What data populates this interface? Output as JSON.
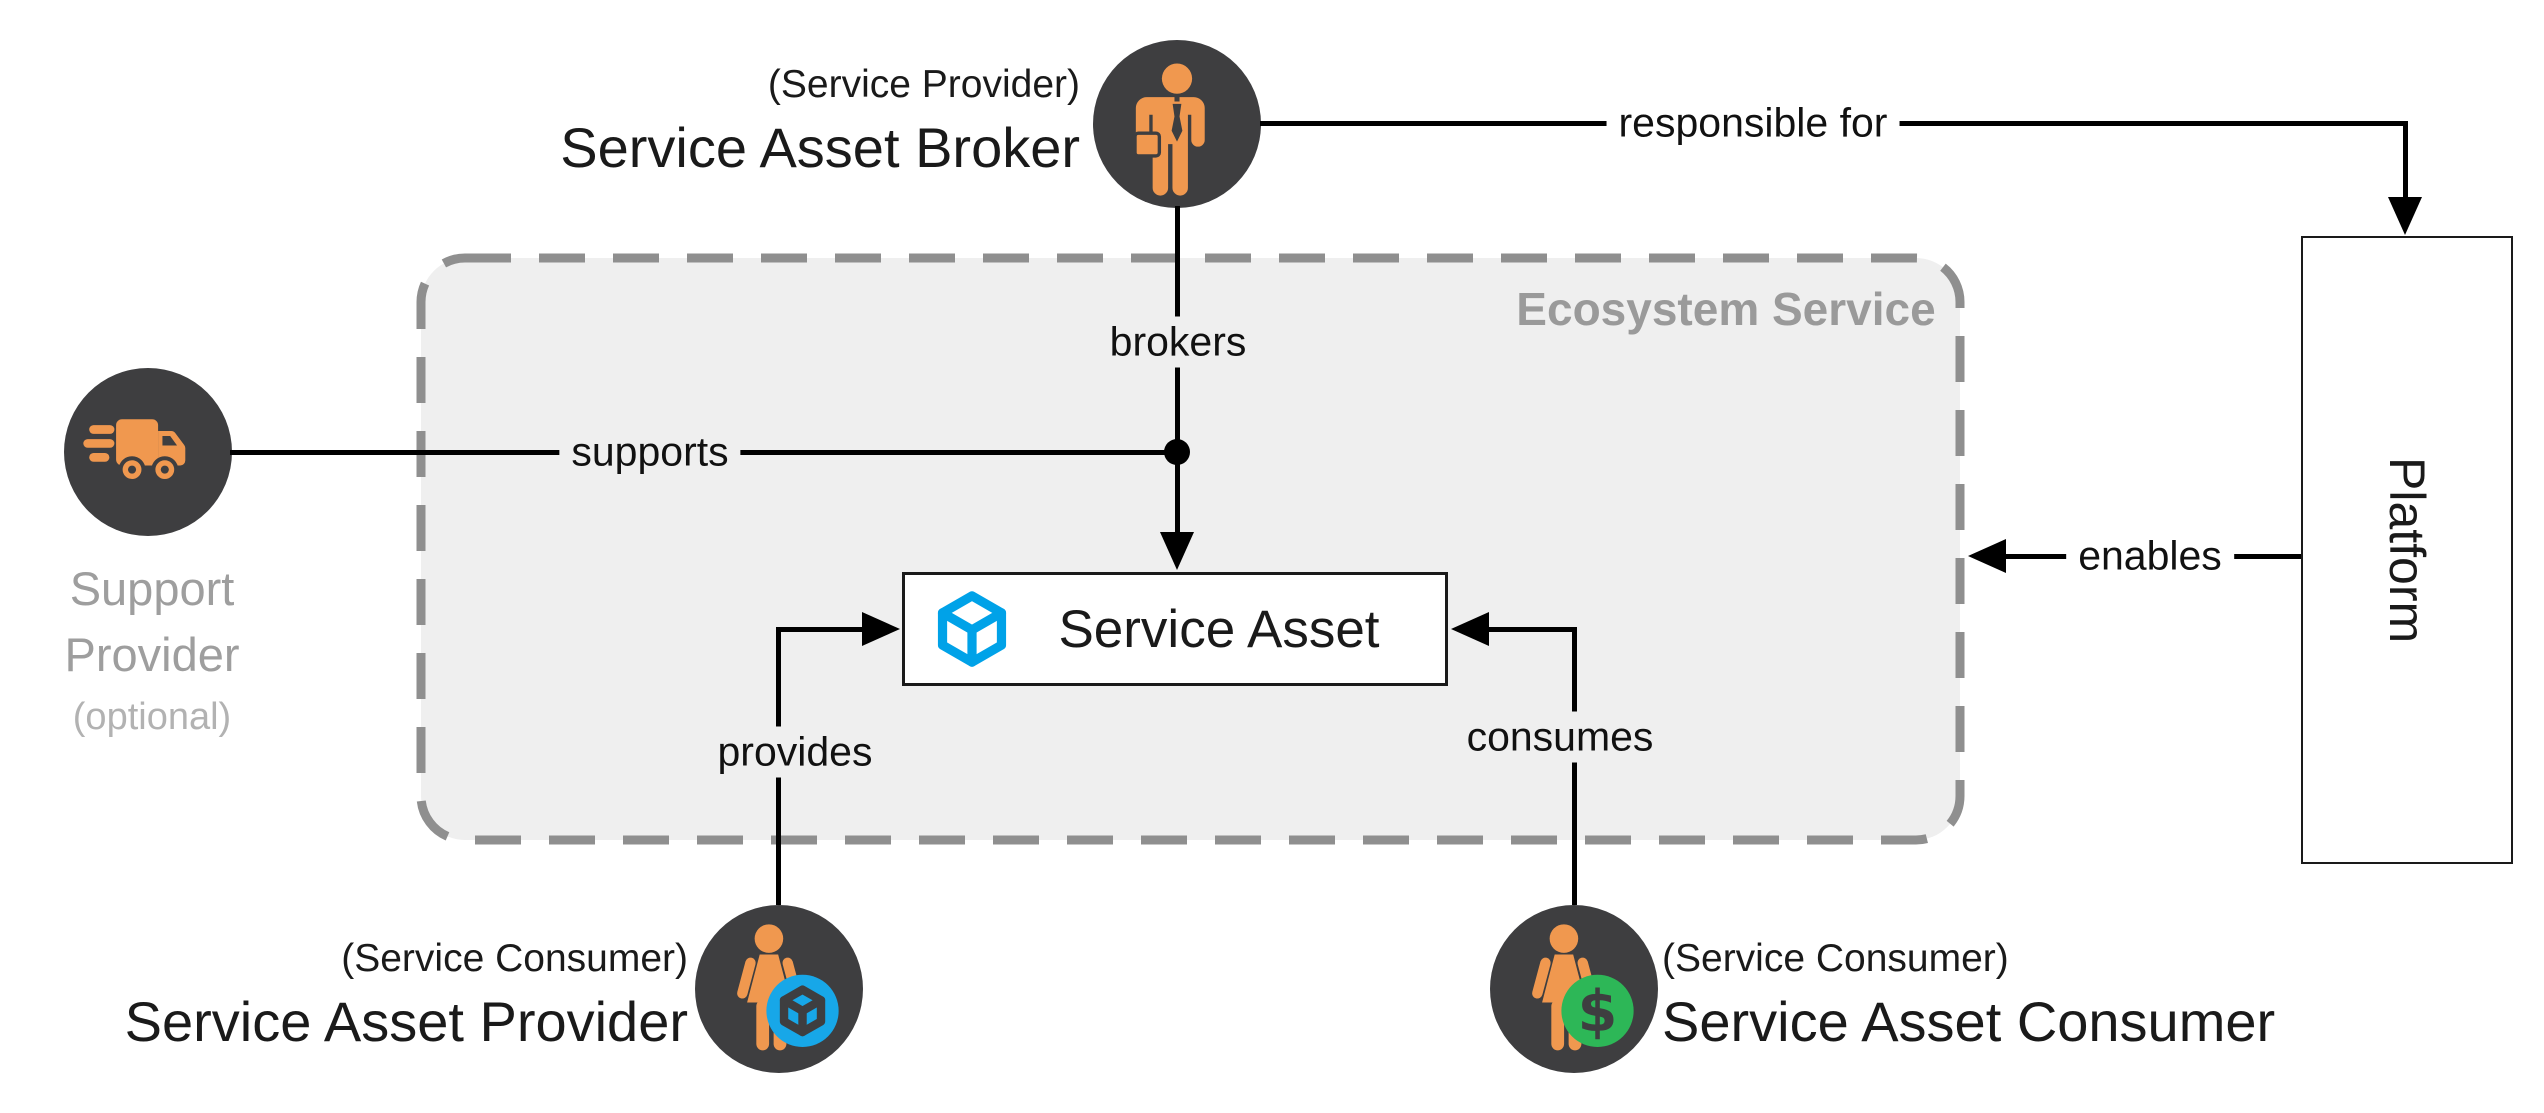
{
  "diagram": {
    "ecosystem": {
      "label": "Ecosystem Service"
    },
    "nodes": {
      "service_asset": {
        "label": "Service Asset"
      },
      "platform": {
        "label": "Platform"
      }
    },
    "actors": {
      "broker": {
        "role": "(Service Provider)",
        "name": "Service Asset Broker"
      },
      "support": {
        "name_line1": "Support",
        "name_line2": "Provider",
        "qualifier": "(optional)"
      },
      "provider": {
        "role": "(Service Consumer)",
        "name": "Service Asset Provider"
      },
      "consumer": {
        "role": "(Service Consumer)",
        "name": "Service Asset Consumer"
      }
    },
    "edges": {
      "brokers": "brokers",
      "supports": "supports",
      "provides": "provides",
      "consumes": "consumes",
      "enables": "enables",
      "responsible_for": "responsible for"
    },
    "icons": {
      "broker": "person-tie-briefcase-icon",
      "support": "delivery-truck-icon",
      "provider": "person-cube-badge-icon",
      "consumer": "person-dollar-badge-icon",
      "service_asset": "cube-icon"
    },
    "colors": {
      "actor_orange": "#F0984F",
      "actor_circle_dark": "#3E3E40",
      "cube_blue": "#00A2E8",
      "badge_blue": "#17A7E8",
      "badge_green": "#2DB757",
      "ecosystem_fill": "#EFEFEF",
      "ecosystem_border": "#8F8F8F",
      "muted_text": "#9A9A9A",
      "line": "#000000"
    }
  }
}
